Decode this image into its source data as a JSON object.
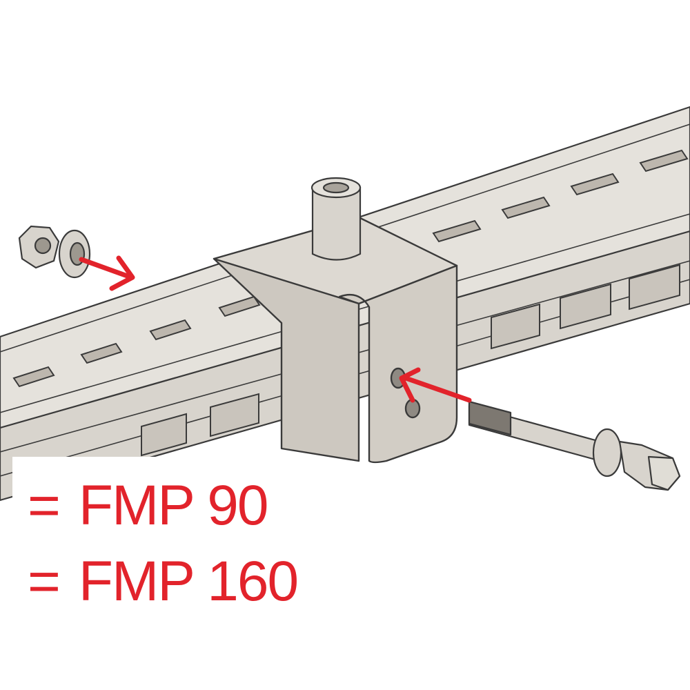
{
  "colors": {
    "metal": "#d8d4cd",
    "metal_light": "#e5e2dc",
    "metal_dark": "#c6c1b9",
    "outline": "#3a3a3a",
    "arrow": "#e2232b",
    "text": "#e2232b",
    "background": "#ffffff"
  },
  "diagram": {
    "parts": [
      "hex-nut",
      "washer",
      "strut-channel",
      "bracket",
      "threaded-stud",
      "hex-bolt"
    ],
    "arrows": 2
  },
  "labels": [
    {
      "prefix": "=",
      "text": "FMP 90"
    },
    {
      "prefix": "=",
      "text": "FMP 160"
    }
  ]
}
